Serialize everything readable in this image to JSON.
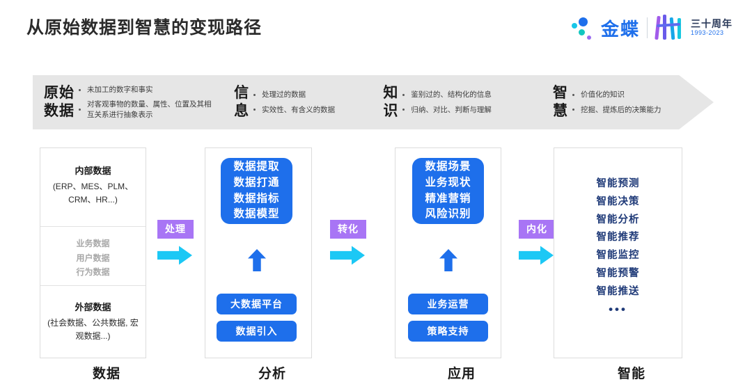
{
  "header": {
    "title": "从原始数据到智慧的变现路径",
    "brand": {
      "name": "金蝶",
      "anniversary_cn": "三十周年",
      "anniversary_years": "1993-2023"
    }
  },
  "banner": {
    "stages": [
      {
        "name": "原始\n数据",
        "bullets": [
          "未加工的数字和事实",
          "对客观事物的数量、属性、位置及其相互关系进行抽象表示"
        ]
      },
      {
        "name": "信\n息",
        "bullets": [
          "处理过的数据",
          "实效性、有含义的数据"
        ]
      },
      {
        "name": "知\n识",
        "bullets": [
          "鉴别过的、结构化的信息",
          "归纳、对比、判断与理解"
        ]
      },
      {
        "name": "智\n慧",
        "bullets": [
          "价值化的知识",
          "挖掘、提炼后的决策能力"
        ]
      }
    ]
  },
  "columns": {
    "data": {
      "caption": "数据",
      "internal_title": "内部数据",
      "internal_sub": "(ERP、MES、PLM、CRM、HR...)",
      "middle_items": [
        "业务数据",
        "用户数据",
        "行为数据"
      ],
      "external_title": "外部数据",
      "external_sub": "(社会数据、公共数据, 宏观数据...)"
    },
    "analysis": {
      "caption": "分析",
      "main_block": "数据提取\n数据打通\n数据指标\n数据模型",
      "pills": [
        "大数据平台",
        "数据引入"
      ]
    },
    "application": {
      "caption": "应用",
      "main_block": "数据场景\n业务现状\n精准营销\n风险识别",
      "pills": [
        "业务运营",
        "策略支持"
      ]
    },
    "intelligence": {
      "caption": "智能",
      "items": [
        "智能预测",
        "智能决策",
        "智能分析",
        "智能推荐",
        "智能监控",
        "智能预警",
        "智能推送"
      ],
      "ellipsis": "•••"
    }
  },
  "connectors": [
    {
      "label": "处理"
    },
    {
      "label": "转化"
    },
    {
      "label": "内化"
    }
  ],
  "colors": {
    "primary_blue": "#1E6FEB",
    "arrow_cyan": "#1CC8F5",
    "badge_purple": "#A875F5",
    "navy_text": "#1F3A78",
    "banner_gray": "#E6E6E6"
  }
}
